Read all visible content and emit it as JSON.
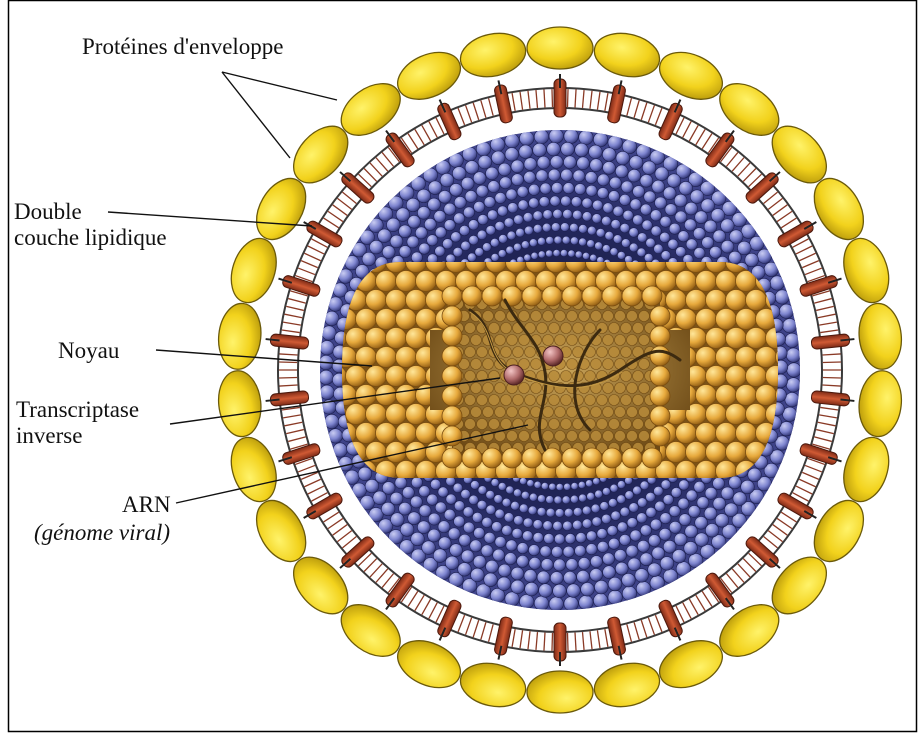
{
  "labels": {
    "envelope_proteins": "Protéines d'enveloppe",
    "lipid_bilayer_line1": "Double",
    "lipid_bilayer_line2": "couche lipidique",
    "core": "Noyau",
    "reverse_transcriptase_line1": "Transcriptase",
    "reverse_transcriptase_line2": "inverse",
    "rna_line1": "ARN",
    "rna_line2": "(génome viral)"
  },
  "colors": {
    "protein_yellow": "#f2d21c",
    "protein_outline": "#7a6a10",
    "lipid_red": "#b2452a",
    "matrix_blue": "#3b3f86",
    "matrix_blue_light": "#8a90d4",
    "capsid_gold": "#e0a43a",
    "capsid_dark": "#9b6517",
    "enzyme_pink": "#b06a6a"
  },
  "icons": [
    "envelope-protein-icon",
    "lipid-bilayer-icon",
    "matrix-sphere-icon",
    "capsid-core-icon",
    "rna-strand-icon",
    "reverse-transcriptase-icon"
  ]
}
